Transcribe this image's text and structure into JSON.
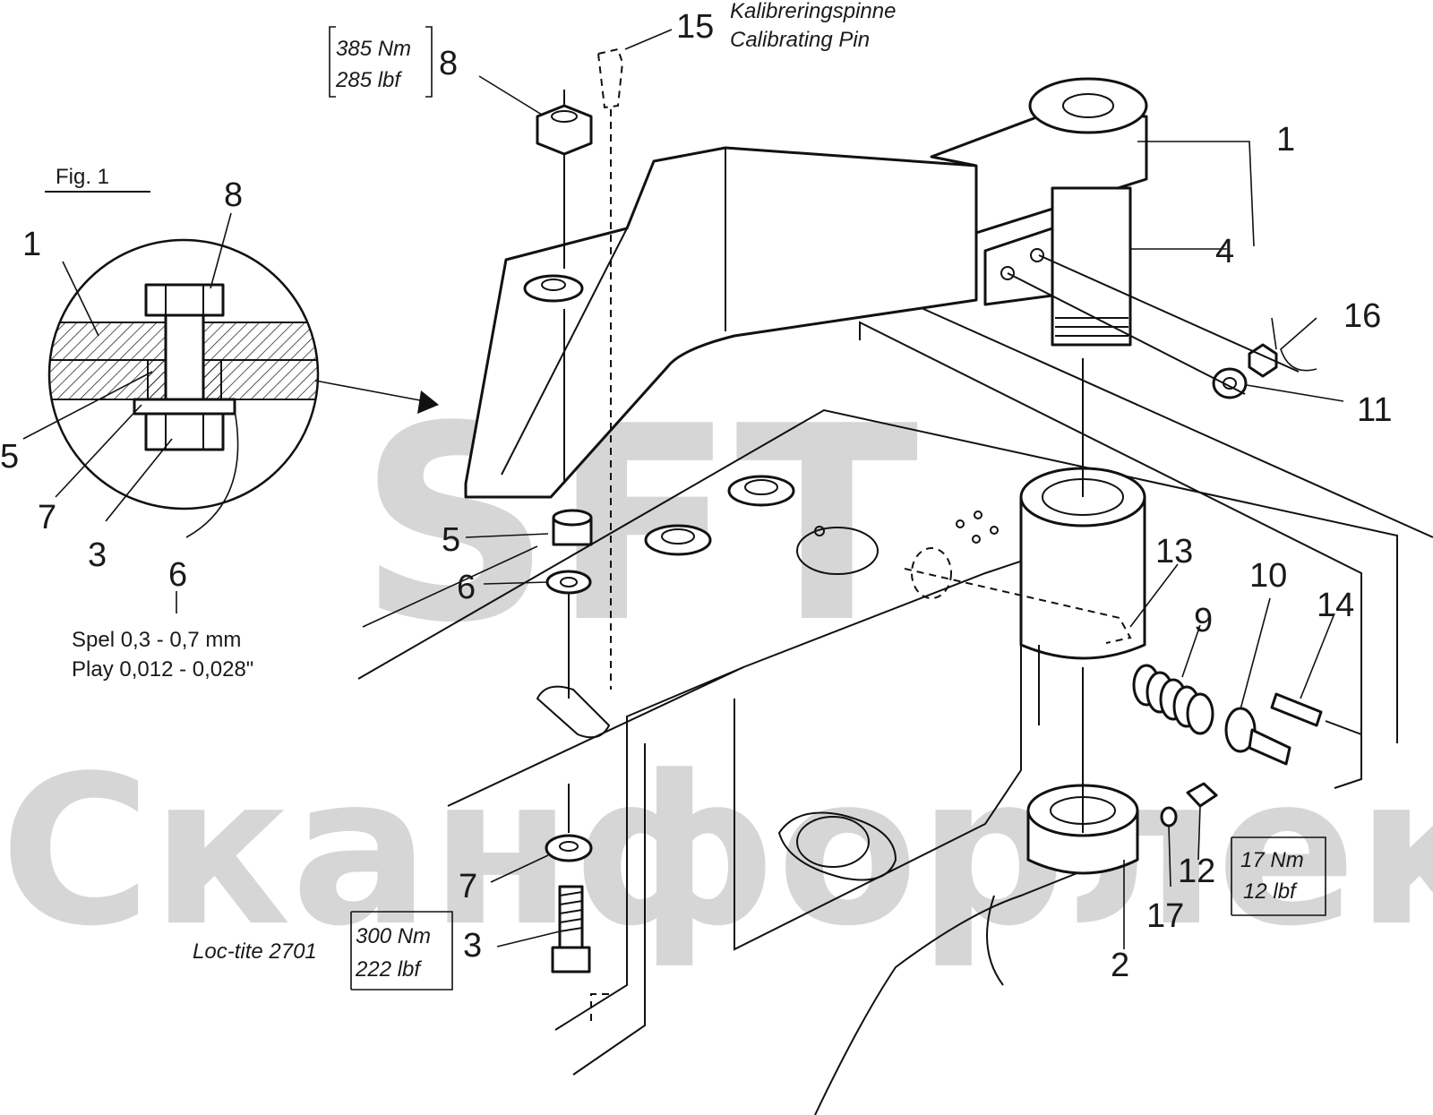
{
  "watermark": {
    "logo_text": "SFT",
    "company_text": "Сканфорлек"
  },
  "figure": {
    "label": "Fig. 1",
    "play_note_sv": "Spel 0,3 - 0,7 mm",
    "play_note_en": "Play 0,012 - 0,028\""
  },
  "torque_specs": {
    "top": {
      "nm": "385 Nm",
      "lbf": "285 lbf"
    },
    "bottom": {
      "nm": "300 Nm",
      "lbf": "222 lbf",
      "adhesive": "Loc-tite 2701"
    },
    "right": {
      "nm": "17 Nm",
      "lbf": "12 lbf"
    }
  },
  "calibrating_pin": {
    "label_sv": "Kalibreringspinne",
    "label_en": "Calibrating Pin"
  },
  "detail_callouts": [
    "1",
    "8",
    "5",
    "7",
    "3",
    "6"
  ],
  "part_callouts": [
    "15",
    "8",
    "1",
    "4",
    "16",
    "11",
    "13",
    "10",
    "9",
    "14",
    "5",
    "6",
    "7",
    "3",
    "12",
    "17",
    "2"
  ],
  "colors": {
    "line": "#111111",
    "watermark": "#d6d6d6",
    "background": "#ffffff"
  }
}
